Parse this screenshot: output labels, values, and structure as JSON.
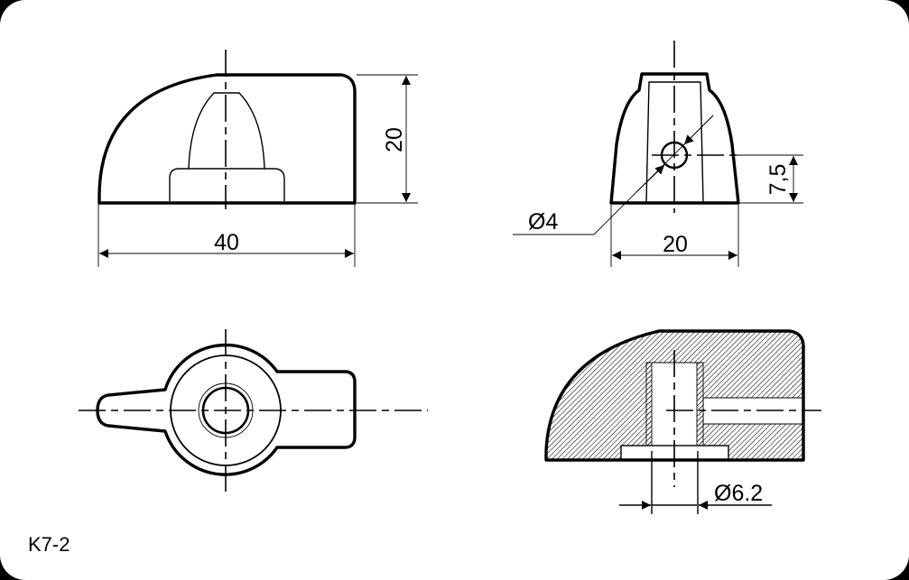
{
  "drawing": {
    "part_code": "K7-2",
    "views": {
      "front": {
        "width_dim": "40",
        "height_dim": "20"
      },
      "side": {
        "hole_dim": "Ø4",
        "width_dim": "20",
        "hole_height_dim": "7,5"
      },
      "top": {},
      "section": {
        "bore_dim": "Ø6.2"
      }
    },
    "colors": {
      "background": "#000000",
      "sheet": "#ffffff",
      "line": "#000000"
    }
  }
}
